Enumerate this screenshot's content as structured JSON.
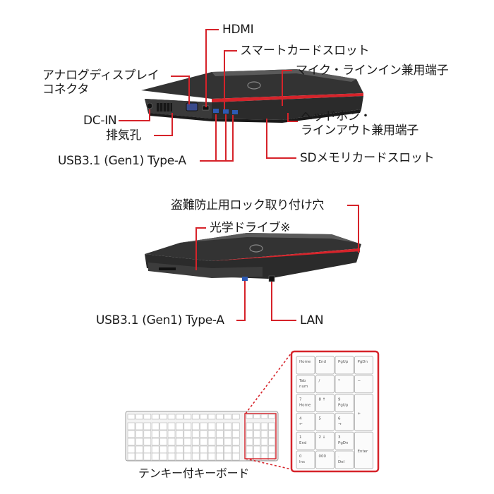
{
  "section1": {
    "labels": {
      "hdmi": "HDMI",
      "smartcard": "スマートカードスロット",
      "mic": "マイク・ラインイン兼用端子",
      "analog1": "アナログディスプレイ",
      "analog2": "コネクタ",
      "dcin": "DC-IN",
      "exhaust": "排気孔",
      "usb": "USB3.1 (Gen1) Type-A",
      "headphone1": "ヘッドホン・",
      "headphone2": "ラインアウト兼用端子",
      "sd": "SDメモリカードスロット"
    }
  },
  "section2": {
    "labels": {
      "lock": "盗難防止用ロック取り付け穴",
      "optical": "光学ドライブ※",
      "usb": "USB3.1 (Gen1) Type-A",
      "lan": "LAN"
    }
  },
  "section3": {
    "caption": "テンキー付キーボード",
    "numpad_keys": [
      [
        "Home",
        "End",
        "PgUp",
        "PgDn"
      ],
      [
        "Tab\nnum",
        "/",
        "*",
        "−"
      ],
      [
        "7\nHome",
        "8 ↑",
        "9\nPgUp",
        "+"
      ],
      [
        "4\n←",
        "5",
        "6\n→",
        ""
      ],
      [
        "1\nEnd",
        "2 ↓",
        "3\nPgDn",
        "Enter"
      ],
      [
        "0\nIns",
        "000",
        ".\nDel",
        ""
      ]
    ]
  },
  "colors": {
    "accent": "#d6232a",
    "laptop_body": "#2b2b2b"
  }
}
